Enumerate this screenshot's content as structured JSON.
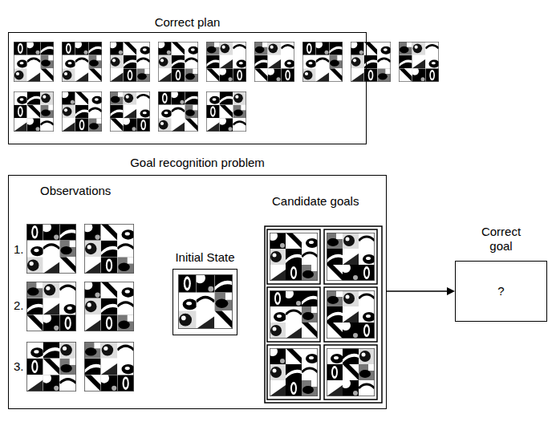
{
  "diagram": {
    "nodes": [
      {
        "text": [
          "Correct plan"
        ]
      },
      {
        "text": [
          "Goal recognition problem"
        ]
      },
      {
        "text": [
          "Initial State"
        ],
        "in": 1
      },
      {
        "text": [
          "Correct goal",
          "?"
        ]
      }
    ],
    "edges": [
      {
        "from": 1,
        "to": 3,
        "arrow": "to"
      }
    ],
    "labels": [
      "Observations",
      "1.",
      "2.",
      "3.",
      "Candidate goals"
    ]
  }
}
